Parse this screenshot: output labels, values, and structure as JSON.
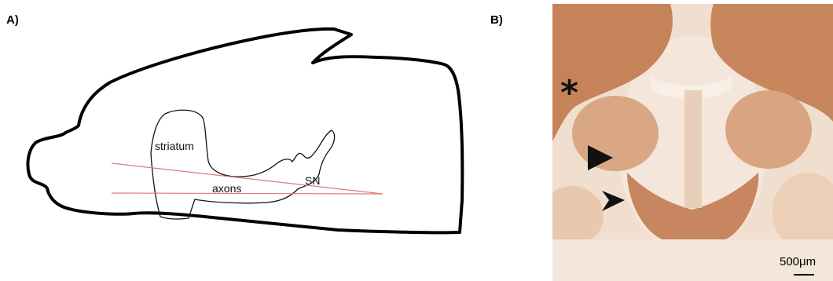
{
  "panels": {
    "a_label": "A)",
    "b_label": "B)"
  },
  "diagram": {
    "labels": {
      "striatum": "striatum",
      "axons": "axons",
      "sn": "SN"
    },
    "outline_color": "#000000",
    "cut_line_color": "#e07a7a"
  },
  "micrograph": {
    "asterisk": "*",
    "scale_bar_label": "500μm",
    "stain_color": "#c9865a",
    "background_color": "#f1e1d3"
  }
}
